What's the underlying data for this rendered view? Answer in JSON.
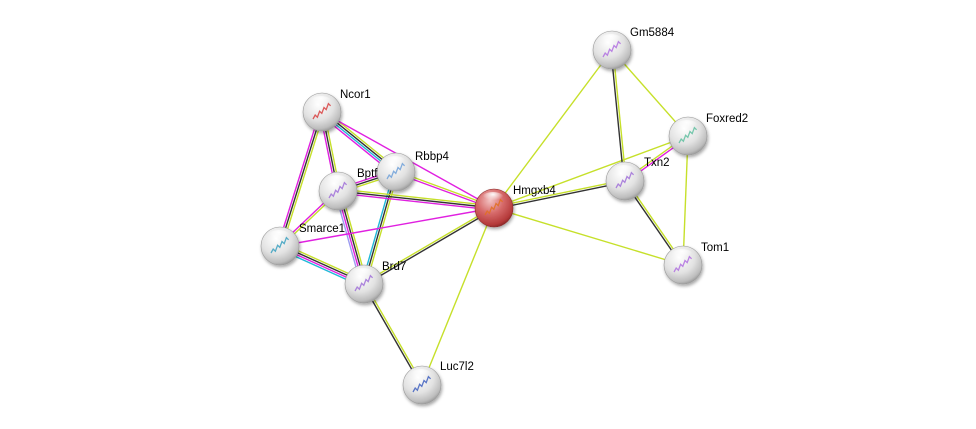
{
  "diagram": {
    "type": "protein-interaction-network",
    "query_node": "Hmgxb4",
    "edge_colors": {
      "textmining": "#c6e02a",
      "coexpression": "#333333",
      "experiments": "#e020e0",
      "databases": "#20b8d8",
      "homology": "#9b9bf0"
    },
    "nodes": [
      {
        "id": "Ncor1",
        "label": "Ncor1",
        "query": false,
        "structure_color": "#d84040"
      },
      {
        "id": "Rbbp4",
        "label": "Rbbp4",
        "query": false,
        "structure_color": "#6fa0d8"
      },
      {
        "id": "Bptf",
        "label": "Bptf",
        "query": false,
        "structure_color": "#a070d8"
      },
      {
        "id": "Smarce1",
        "label": "Smarce1",
        "query": false,
        "structure_color": "#3aa0c0"
      },
      {
        "id": "Brd7",
        "label": "Brd7",
        "query": false,
        "structure_color": "#a070d8"
      },
      {
        "id": "Hmgxb4",
        "label": "Hmgxb4",
        "query": true,
        "structure_color": "#e07020"
      },
      {
        "id": "Gm5884",
        "label": "Gm5884",
        "query": false,
        "structure_color": "#b070e0"
      },
      {
        "id": "Foxred2",
        "label": "Foxred2",
        "query": false,
        "structure_color": "#60c0a0"
      },
      {
        "id": "Txn2",
        "label": "Txn2",
        "query": false,
        "structure_color": "#a070d8"
      },
      {
        "id": "Tom1",
        "label": "Tom1",
        "query": false,
        "structure_color": "#b070e0"
      },
      {
        "id": "Luc7l2",
        "label": "Luc7l2",
        "query": false,
        "structure_color": "#4060c0"
      }
    ],
    "edges": [
      {
        "from": "Ncor1",
        "to": "Rbbp4",
        "evidence": [
          "textmining",
          "coexpression",
          "databases",
          "experiments"
        ]
      },
      {
        "from": "Ncor1",
        "to": "Bptf",
        "evidence": [
          "textmining",
          "coexpression",
          "experiments"
        ]
      },
      {
        "from": "Ncor1",
        "to": "Smarce1",
        "evidence": [
          "textmining",
          "coexpression",
          "experiments"
        ]
      },
      {
        "from": "Ncor1",
        "to": "Hmgxb4",
        "evidence": [
          "experiments"
        ]
      },
      {
        "from": "Rbbp4",
        "to": "Bptf",
        "evidence": [
          "textmining",
          "coexpression",
          "experiments"
        ]
      },
      {
        "from": "Rbbp4",
        "to": "Brd7",
        "evidence": [
          "textmining",
          "coexpression",
          "databases"
        ]
      },
      {
        "from": "Rbbp4",
        "to": "Hmgxb4",
        "evidence": [
          "textmining",
          "experiments"
        ]
      },
      {
        "from": "Bptf",
        "to": "Smarce1",
        "evidence": [
          "textmining",
          "experiments"
        ]
      },
      {
        "from": "Bptf",
        "to": "Brd7",
        "evidence": [
          "textmining",
          "coexpression",
          "experiments",
          "homology"
        ]
      },
      {
        "from": "Bptf",
        "to": "Hmgxb4",
        "evidence": [
          "textmining",
          "coexpression",
          "experiments"
        ]
      },
      {
        "from": "Smarce1",
        "to": "Brd7",
        "evidence": [
          "textmining",
          "coexpression",
          "experiments",
          "databases"
        ]
      },
      {
        "from": "Smarce1",
        "to": "Hmgxb4",
        "evidence": [
          "experiments"
        ]
      },
      {
        "from": "Brd7",
        "to": "Hmgxb4",
        "evidence": [
          "textmining",
          "coexpression"
        ]
      },
      {
        "from": "Brd7",
        "to": "Luc7l2",
        "evidence": [
          "textmining",
          "coexpression"
        ]
      },
      {
        "from": "Hmgxb4",
        "to": "Luc7l2",
        "evidence": [
          "textmining"
        ]
      },
      {
        "from": "Hmgxb4",
        "to": "Gm5884",
        "evidence": [
          "textmining"
        ]
      },
      {
        "from": "Hmgxb4",
        "to": "Txn2",
        "evidence": [
          "textmining",
          "coexpression"
        ]
      },
      {
        "from": "Hmgxb4",
        "to": "Foxred2",
        "evidence": [
          "textmining"
        ]
      },
      {
        "from": "Hmgxb4",
        "to": "Tom1",
        "evidence": [
          "textmining"
        ]
      },
      {
        "from": "Gm5884",
        "to": "Txn2",
        "evidence": [
          "textmining",
          "coexpression"
        ]
      },
      {
        "from": "Gm5884",
        "to": "Foxred2",
        "evidence": [
          "textmining"
        ]
      },
      {
        "from": "Txn2",
        "to": "Foxred2",
        "evidence": [
          "textmining",
          "experiments"
        ]
      },
      {
        "from": "Txn2",
        "to": "Tom1",
        "evidence": [
          "textmining",
          "coexpression"
        ]
      },
      {
        "from": "Foxred2",
        "to": "Tom1",
        "evidence": [
          "textmining"
        ]
      }
    ]
  }
}
